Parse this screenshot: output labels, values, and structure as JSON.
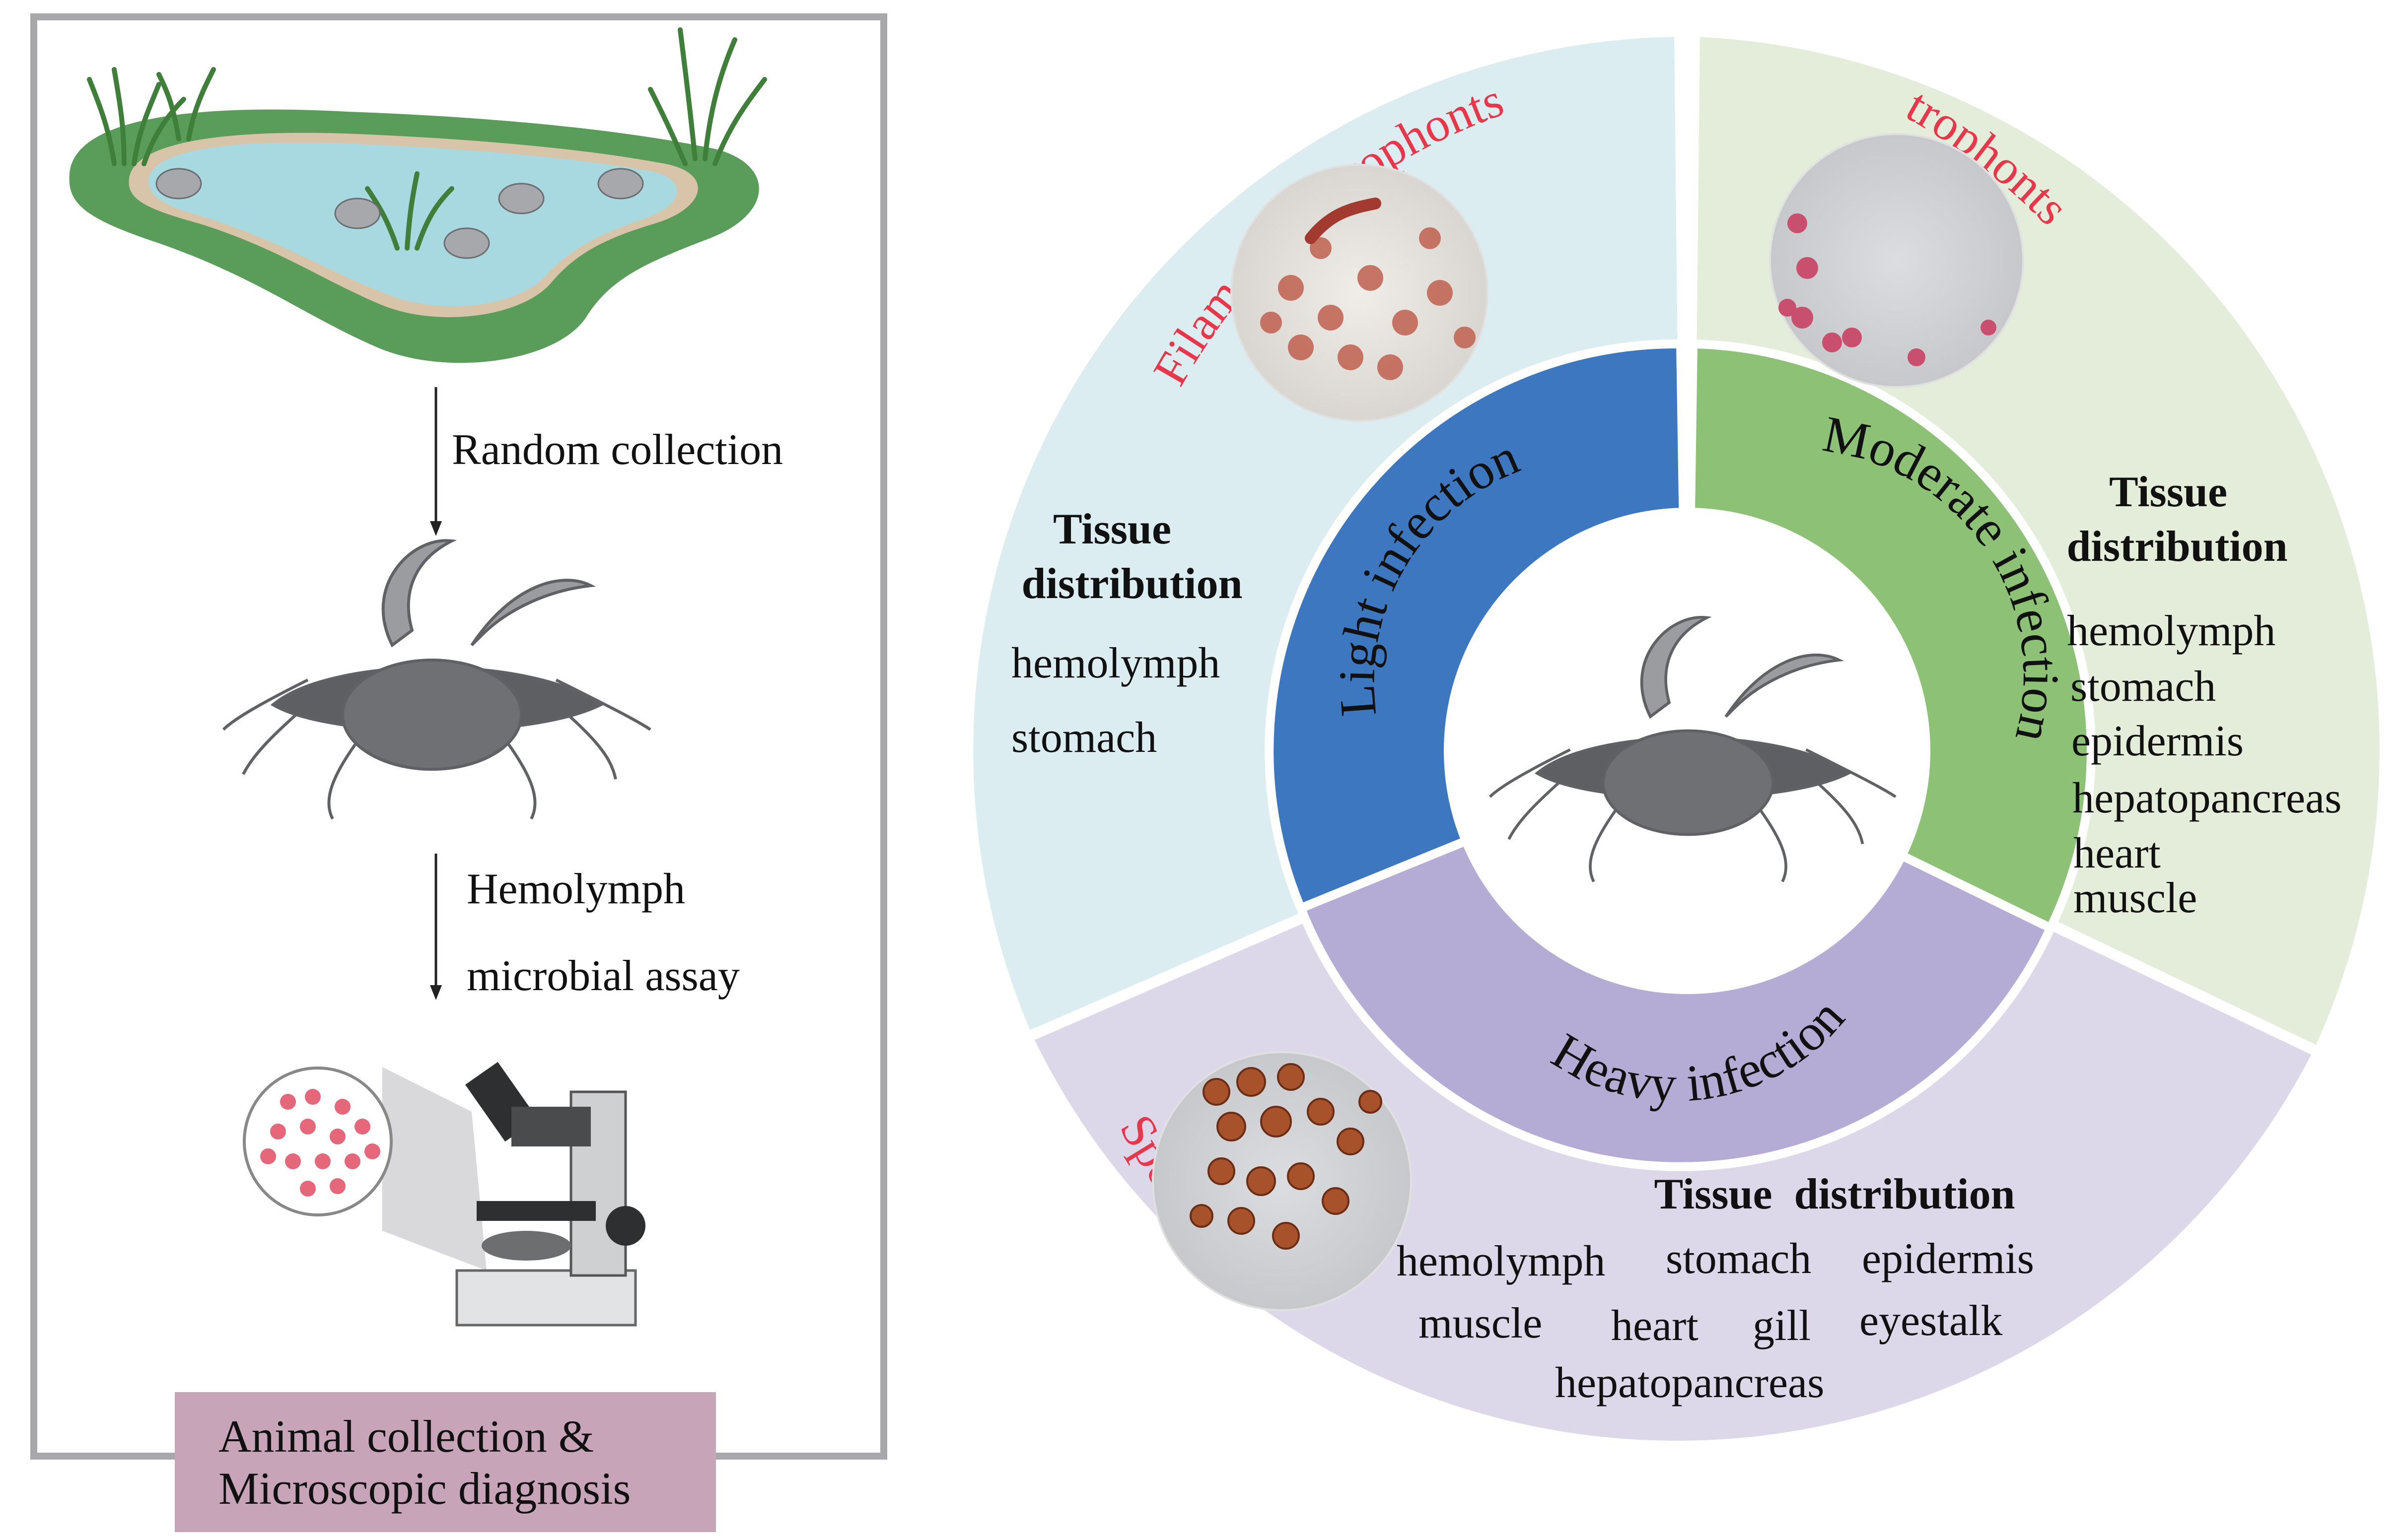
{
  "left_panel": {
    "arrow1_label": "Random collection",
    "arrow2_label_line1": "Hemolymph",
    "arrow2_label_line2": "microbial assay",
    "caption_line1": "Animal collection &",
    "caption_line2": "Microscopic diagnosis"
  },
  "ring": {
    "inner": {
      "light": "Light infection",
      "moderate": "Moderate infection",
      "heavy": "Heavy infection"
    },
    "outer_titles": {
      "filamentous": "Filamentous trophonts",
      "trophonts": "trophonts",
      "sporoblasts": "Sporoblasts"
    },
    "light_tissue": {
      "heading_line1": "Tissue",
      "heading_line2": "distribution",
      "items": [
        "hemolymph",
        "stomach"
      ]
    },
    "moderate_tissue": {
      "heading_line1": "Tissue",
      "heading_line2": "distribution",
      "items": [
        "hemolymph",
        "stomach",
        "epidermis",
        "hepatopancreas",
        "heart",
        "muscle"
      ]
    },
    "heavy_tissue": {
      "heading": "Tissue  distribution",
      "items": [
        "hemolymph",
        "stomach",
        "epidermis",
        "muscle",
        "heart",
        "gill",
        "eyestalk",
        "hepatopancreas"
      ]
    }
  },
  "colors": {
    "light_inner": "#3d77c0",
    "moderate_inner": "#8cc176",
    "heavy_inner": "#b4acd4",
    "light_outer": "#dcedf2",
    "moderate_outer": "#e3edd9",
    "heavy_outer": "#dcd8ea",
    "title_red": "#e8364a",
    "caption_box": "#c8a4b9",
    "frame": "#a8a8ab"
  }
}
